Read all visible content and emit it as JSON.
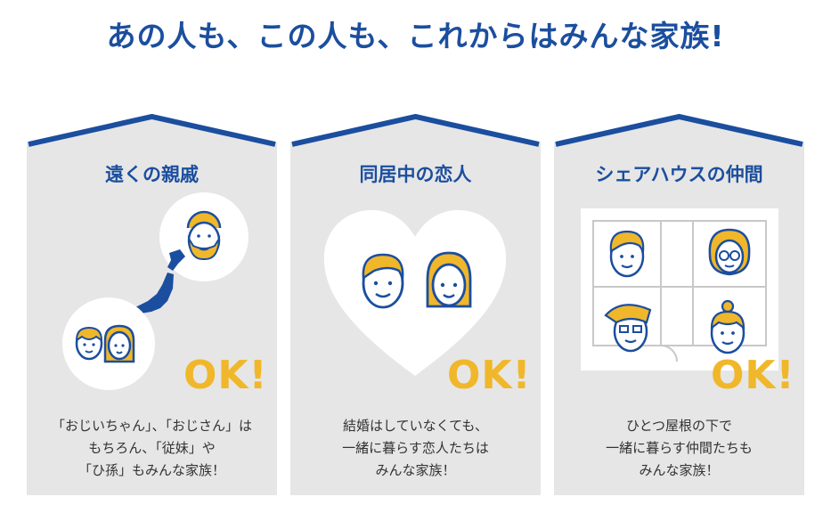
{
  "headline": "あの人も、この人も、これからはみんな家族!",
  "colors": {
    "navy": "#1b4e9e",
    "gold": "#f0b72a",
    "panel": "#e6e6e6",
    "text": "#333333"
  },
  "cards": [
    {
      "title": "遠くの親戚",
      "ok": "OK!",
      "desc": [
        "「おじいちゃん」、「おじさん」は",
        "もちろん、「従妹」や",
        "「ひ孫」もみんな家族！"
      ]
    },
    {
      "title": "同居中の恋人",
      "ok": "OK!",
      "desc": [
        "結婚はしていなくても、",
        "一緒に暮らす恋人たちは",
        "みんな家族！"
      ]
    },
    {
      "title": "シェアハウスの仲間",
      "ok": "OK!",
      "desc": [
        "ひとつ屋根の下で",
        "一緒に暮らす仲間たちも",
        "みんな家族！"
      ]
    }
  ]
}
